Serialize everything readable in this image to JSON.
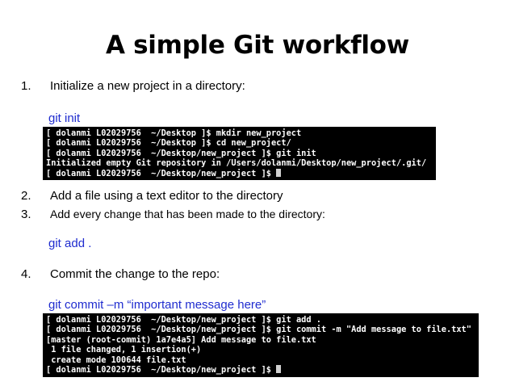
{
  "slide": {
    "title": "A simple Git workflow",
    "steps": [
      {
        "number": "1.",
        "text": "Initialize a new project in a directory:"
      },
      {
        "number": "2.",
        "text": "Add a file using a text editor to the directory"
      },
      {
        "number": "3.",
        "text": "Add every change that has been made to the directory:"
      },
      {
        "number": "4.",
        "text": "Commit the change to the repo:"
      }
    ],
    "commands": {
      "init": "git init",
      "add": "git add .",
      "commit": "git commit –m “important message here”"
    },
    "terminal1": [
      "[ dolanmi L02029756  ~/Desktop ]$ mkdir new_project",
      "[ dolanmi L02029756  ~/Desktop ]$ cd new_project/",
      "[ dolanmi L02029756  ~/Desktop/new_project ]$ git init",
      "Initialized empty Git repository in /Users/dolanmi/Desktop/new_project/.git/",
      "[ dolanmi L02029756  ~/Desktop/new_project ]$ "
    ],
    "terminal2": [
      "[ dolanmi L02029756  ~/Desktop/new_project ]$ git add .",
      "[ dolanmi L02029756  ~/Desktop/new_project ]$ git commit -m \"Add message to file.txt\"",
      "[master (root-commit) 1a7e4a5] Add message to file.txt",
      " 1 file changed, 1 insertion(+)",
      " create mode 100644 file.txt",
      "[ dolanmi L02029756  ~/Desktop/new_project ]$ "
    ],
    "colors": {
      "command_text": "#1f2ccf",
      "terminal_bg": "#000000",
      "terminal_text": "#ffffff"
    }
  }
}
